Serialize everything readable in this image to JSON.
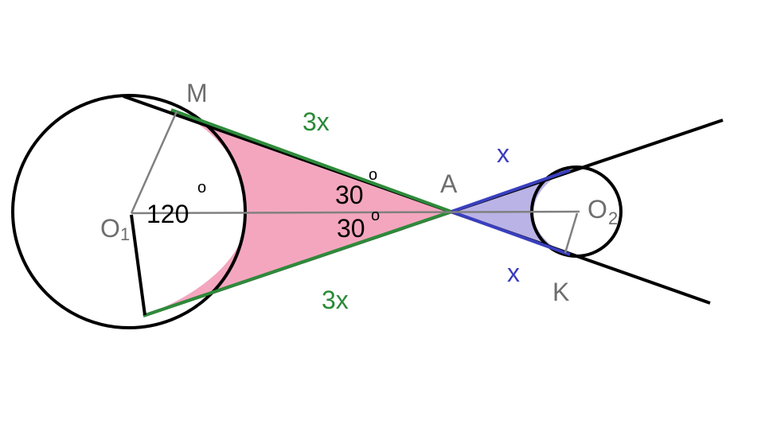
{
  "colors": {
    "background": "#ffffff",
    "outline": "#000000",
    "radius_line": "#808080",
    "point_label": "#6e6e6e",
    "angle_label": "#000000",
    "green_tangent": "#2e8b3a",
    "green_label": "#2a8a38",
    "pink_fill": "#f4a6bf",
    "blue_tangent": "#3a3fbf",
    "blue_label": "#3a3cbf",
    "lavender_fill": "#b9b3e6"
  },
  "labels": {
    "point_m": "M",
    "point_a": "A",
    "point_k": "K",
    "point_o1": "O",
    "point_o1_sub": "1",
    "point_o2": "O",
    "point_o2_sub": "2",
    "angle_center": "120",
    "angle_upper": "30",
    "angle_lower": "30",
    "degree": "o",
    "length_upper_left": "3x",
    "length_lower_left": "3x",
    "length_upper_right": "x",
    "length_lower_right": "x"
  }
}
